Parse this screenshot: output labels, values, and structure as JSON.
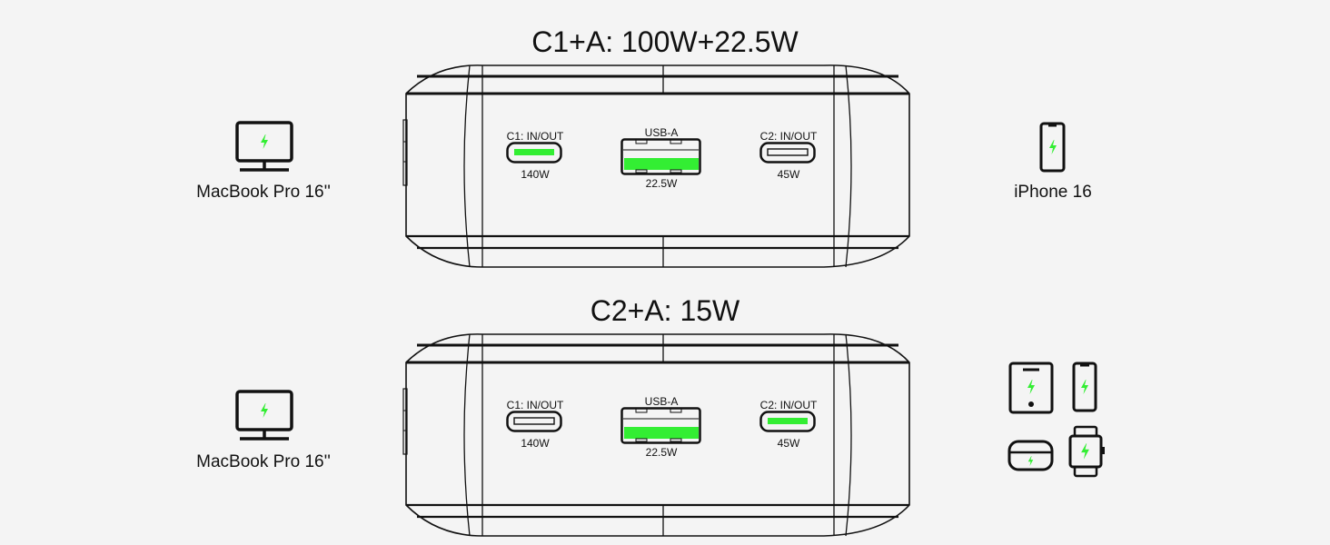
{
  "colors": {
    "background": "#f4f4f4",
    "line": "#111111",
    "active": "#33ee33"
  },
  "scenarios": [
    {
      "title": "C1+A: 100W+22.5W",
      "left_device": {
        "label": "MacBook Pro 16''",
        "icon": "monitor-icon"
      },
      "right_devices": [
        {
          "label": "iPhone 16",
          "icon": "phone-icon"
        }
      ],
      "ports": {
        "c1": {
          "name": "C1: IN/OUT",
          "power": "140W",
          "active": true
        },
        "usb_a": {
          "name": "USB-A",
          "power": "22.5W",
          "active": true
        },
        "c2": {
          "name": "C2: IN/OUT",
          "power": "45W",
          "active": false
        }
      }
    },
    {
      "title": "C2+A: 15W",
      "left_device": {
        "label": "MacBook Pro 16''",
        "icon": "monitor-icon"
      },
      "right_devices": [
        {
          "icon": "tablet-icon"
        },
        {
          "icon": "phone-icon"
        },
        {
          "icon": "earbuds-case-icon"
        },
        {
          "icon": "smartwatch-icon"
        }
      ],
      "ports": {
        "c1": {
          "name": "C1: IN/OUT",
          "power": "140W",
          "active": false
        },
        "usb_a": {
          "name": "USB-A",
          "power": "22.5W",
          "active": true
        },
        "c2": {
          "name": "C2: IN/OUT",
          "power": "45W",
          "active": true
        }
      }
    }
  ]
}
